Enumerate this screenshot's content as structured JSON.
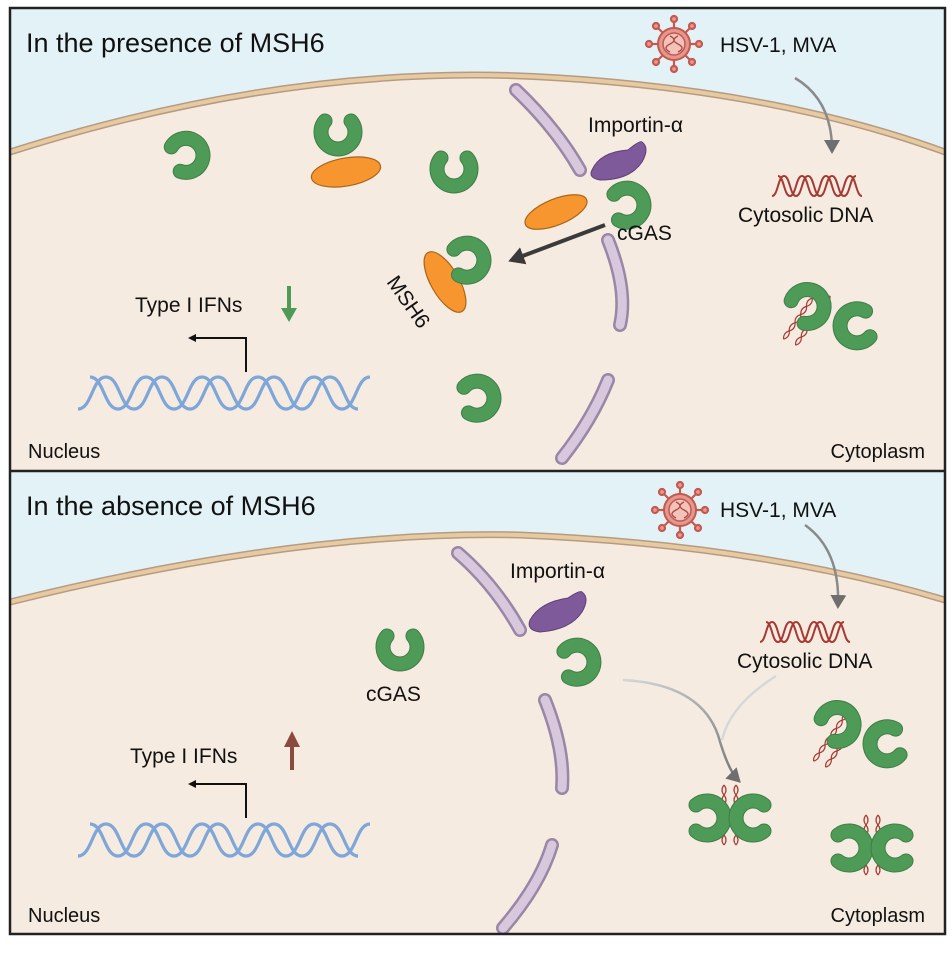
{
  "figure": {
    "panels": [
      {
        "id": "presence",
        "title": "In the presence of MSH6",
        "virus_label": "HSV-1, MVA",
        "cytosolic_dna_label": "Cytosolic DNA",
        "importin_label": "Importin-α",
        "cgas_label": "cGAS",
        "msh6_label": "MSH6",
        "ifn_label": "Type I IFNs",
        "ifn_change": "decreased",
        "nucleus_label": "Nucleus",
        "cytoplasm_label": "Cytoplasm"
      },
      {
        "id": "absence",
        "title": "In the absence of MSH6",
        "virus_label": "HSV-1, MVA",
        "cytosolic_dna_label": "Cytosolic DNA",
        "importin_label": "Importin-α",
        "cgas_label": "cGAS",
        "ifn_label": "Type I IFNs",
        "ifn_change": "increased",
        "nucleus_label": "Nucleus",
        "cytoplasm_label": "Cytoplasm"
      }
    ],
    "colors": {
      "extracellular": "#e3f2f7",
      "cell": "#f5ebe1",
      "membrane": "#e6caa2",
      "membrane_edge": "#b89a80",
      "cgas": "#4e9a57",
      "cgas_edge": "#3f7f48",
      "msh6": "#f7962e",
      "msh6_edge": "#a8651a",
      "importin": "#7e5a9b",
      "nuclear_envelope": "#d8c8dd",
      "nuclear_envelope_edge": "#9a86a5",
      "genomic_dna": "#7ea6d8",
      "viral_dna": "#a63a32",
      "virus": "#d9766d",
      "arrow_down": "#4e9a57",
      "arrow_up": "#8a4a3e"
    }
  }
}
